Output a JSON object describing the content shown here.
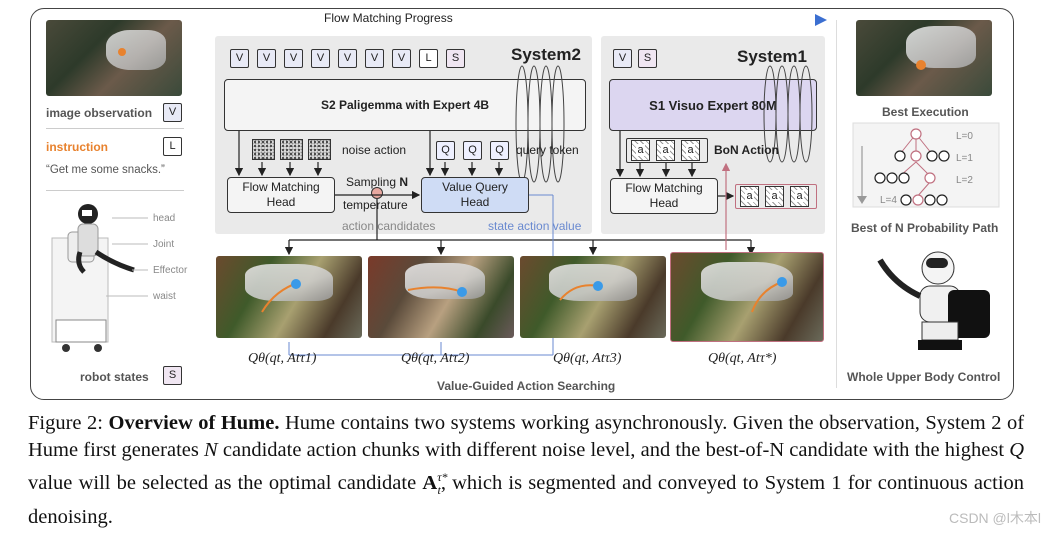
{
  "top_arrow_label": "Flow Matching Progress",
  "left_panel": {
    "image_observation": "image observation",
    "image_token": "V",
    "instruction": "instruction",
    "instruction_token": "L",
    "instruction_text": "“Get me some snacks.”",
    "robot_parts": [
      "head",
      "Joint",
      "Effector",
      "waist"
    ],
    "robot_states": "robot states",
    "robot_states_token": "S"
  },
  "system2": {
    "title": "System2",
    "tokens": [
      "V",
      "V",
      "V",
      "V",
      "V",
      "V",
      "V",
      "L",
      "S"
    ],
    "model": "S2 Paligemma with Expert 4B",
    "noise_action": "noise action",
    "query_tokens": [
      "Q",
      "Q",
      "Q"
    ],
    "query_token": "query token",
    "flow_head": "Flow Matching\nHead",
    "sampling_prefix": "Sampling ",
    "sampling_n": "N",
    "temperature": "temperature",
    "value_head": "Value Query\nHead",
    "action_candidates": "action candidates",
    "state_action_value": "state action value"
  },
  "system1": {
    "title": "System1",
    "tokens": [
      "V",
      "S"
    ],
    "model": "S1 Visuo Expert 80M",
    "bon_action": "BoN Action",
    "action_tokens": [
      "a",
      "a",
      "a"
    ],
    "flow_head": "Flow Matching\nHead",
    "out_tokens": [
      "a",
      "a",
      "a"
    ]
  },
  "candidates": {
    "q_labels": [
      "Qθ(qt, Atτ1)",
      "Qθ(qt, Atτ2)",
      "Qθ(qt, Atτ3)",
      "Qθ(qt, Atτ*)"
    ],
    "footer": "Value-Guided Action Searching"
  },
  "right_panel": {
    "best_execution": "Best Execution",
    "levels": [
      "L=0",
      "L=1",
      "L=2",
      "L=4"
    ],
    "best_of_n": "Best of N Probability Path",
    "upper_body": "Whole Upper Body Control"
  },
  "caption": {
    "fig": "Figure 2:",
    "title": "Overview of Hume.",
    "line1_rest": "Hume contains two systems working asynchronously. Given the observation, System 2 of Hume first generates",
    "n": "N",
    "line2_rest": "candidate action chunks with different noise level, and the best-of-N candidate with the highest",
    "q": "Q",
    "line3_rest": "value will be selected as the optimal candidate",
    "a_sym": "A",
    "a_sup": "τ*",
    "a_sub": "t",
    "line4": ", which is segmented and conveyed to System 1 for continuous action denoising."
  },
  "watermark": "CSDN @l木本l",
  "colors": {
    "accent_orange": "#e8822e",
    "accent_blue": "#3b6fd1",
    "token_blue": "#e8eaf6",
    "s1_purple": "#dcd6f0",
    "value_head_blue": "#cfdcf5",
    "best_pink": "#c07080"
  }
}
